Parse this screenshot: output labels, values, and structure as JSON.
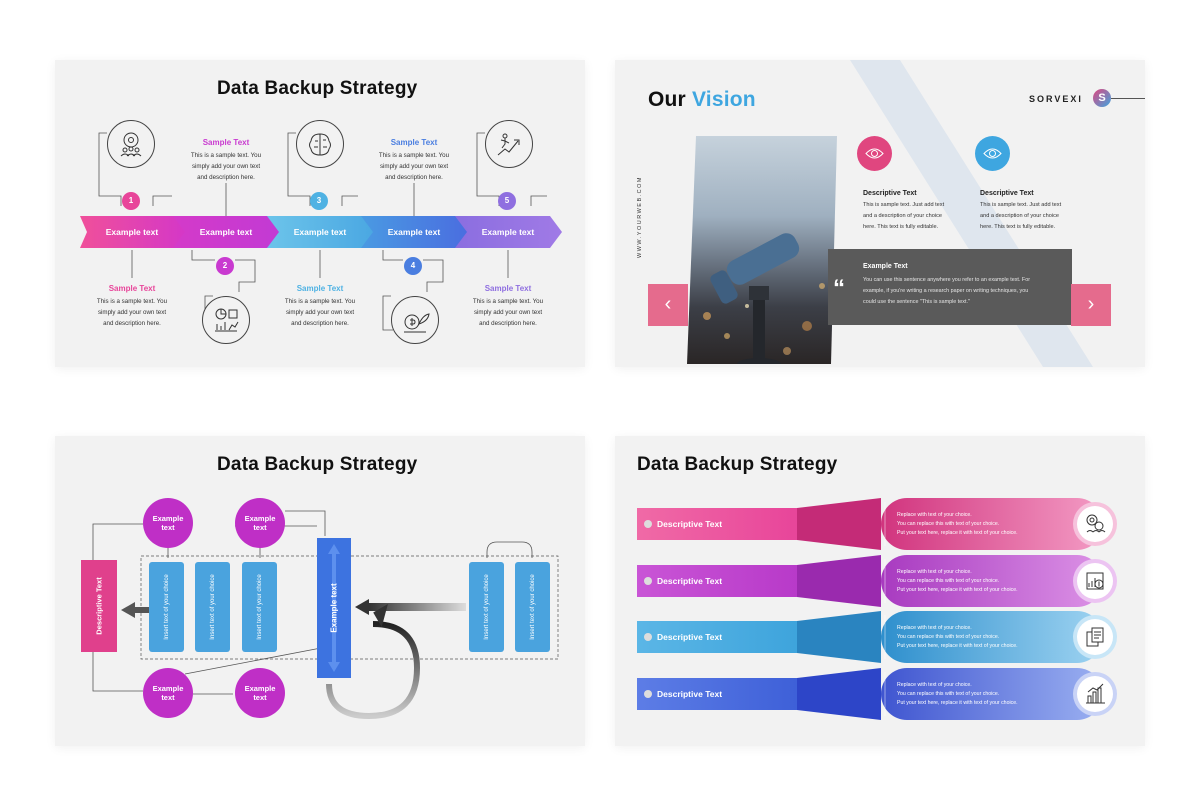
{
  "slide1": {
    "title": "Data Backup Strategy",
    "steps": [
      {
        "num": "1",
        "label": "Example text"
      },
      {
        "num": "2",
        "label": "Example text"
      },
      {
        "num": "3",
        "label": "Example text"
      },
      {
        "num": "4",
        "label": "Example text"
      },
      {
        "num": "5",
        "label": "Example text"
      }
    ],
    "top_texts": [
      {
        "heading": "Sample Text",
        "lines": [
          "This is a sample text. You",
          "simply add your own text",
          "and description here."
        ]
      },
      {
        "heading": "Sample Text",
        "lines": [
          "This is a sample text. You",
          "simply add your own text",
          "and description here."
        ]
      }
    ],
    "bottom_texts": [
      {
        "heading": "Sample Text",
        "lines": [
          "This is a sample text. You",
          "simply add your own text",
          "and description here."
        ]
      },
      {
        "heading": "Sample Text",
        "lines": [
          "This is a sample text. You",
          "simply add your own text",
          "and description here."
        ]
      },
      {
        "heading": "Sample Text",
        "lines": [
          "This is a sample text. You",
          "simply add your own text",
          "and description here."
        ]
      }
    ],
    "colors": {
      "pink": "#e8459a",
      "magenta": "#c93ad0",
      "cyan": "#4fb2e3",
      "blue": "#4a7ee0",
      "violet": "#8f6fe0"
    }
  },
  "slide2": {
    "title_a": "Our",
    "title_b": "Vision",
    "brand": "SORVEXI",
    "brand_letter": "S",
    "vertical_url": "WWW.YOURWEB.COM",
    "items": [
      {
        "heading": "Descriptive Text",
        "lines": [
          "This is sample text. Just add text",
          "and a description of your choice",
          "here. This text is fully editable."
        ]
      },
      {
        "heading": "Descriptive Text",
        "lines": [
          "This is sample text. Just add text",
          "and a description of your choice",
          "here. This text is fully editable."
        ]
      }
    ],
    "quote_heading": "Example Text",
    "quote_lines": [
      "You can use this sentence anywhere you refer to an example text. For",
      "example, if you're writing a research paper on writing techniques, you",
      "could use the sentence \"This is sample text.\""
    ],
    "quote_mark": "“",
    "prev": "‹",
    "next": "›",
    "colors": {
      "pink": "#e0467f",
      "blue": "#3ea6e0"
    }
  },
  "slide3": {
    "title": "Data Backup Strategy",
    "circles": [
      "Example\ntext",
      "Example\ntext",
      "Example\ntext",
      "Example\ntext"
    ],
    "descriptive": "Descriptive Text",
    "center": "Example text",
    "bars": [
      "Insert text of your choice",
      "Insert text of your choice",
      "Insert text of your choice",
      "Insert text of your choice",
      "Insert text of your choice"
    ]
  },
  "slide4": {
    "title": "Data Backup Strategy",
    "rows": [
      {
        "label": "Descriptive Text",
        "lines": [
          "Replace with text of your choice.",
          "You can replace this with text of your choice.",
          "Put your text here, replace it with text of your choice."
        ],
        "color": "#e8459a"
      },
      {
        "label": "Descriptive Text",
        "lines": [
          "Replace with text of your choice.",
          "You can replace this with text of your choice.",
          "Put your text here, replace it with text of your choice."
        ],
        "color": "#c13ad0"
      },
      {
        "label": "Descriptive Text",
        "lines": [
          "Replace with text of your choice.",
          "You can replace this with text of your choice.",
          "Put your text here, replace it with text of your choice."
        ],
        "color": "#3ea4dc"
      },
      {
        "label": "Descriptive Text",
        "lines": [
          "Replace with text of your choice.",
          "You can replace this with text of your choice.",
          "Put your text here, replace it with text of your choice."
        ],
        "color": "#3e6de0"
      }
    ]
  }
}
